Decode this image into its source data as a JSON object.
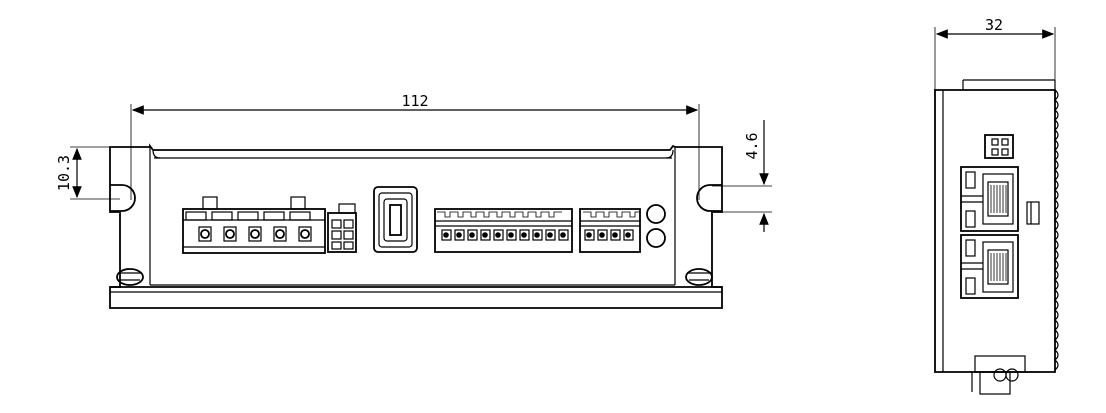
{
  "dimensions": {
    "overall_width": "112",
    "mount_height": "10.3",
    "hole_offset": "4.6",
    "side_depth": "32"
  },
  "colors": {
    "line": "#000000",
    "background": "#ffffff"
  },
  "components": {
    "front_view": "front-view",
    "side_view": "side-view"
  }
}
